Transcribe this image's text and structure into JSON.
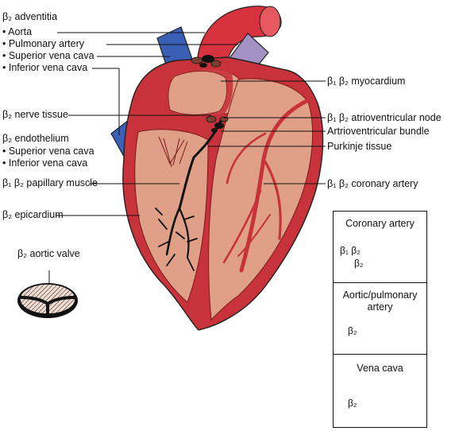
{
  "left_labels": {
    "adventitia": "β₂ adventitia",
    "aorta": "• Aorta",
    "pulmonary_artery": "• Pulmonary artery",
    "superior_vena_cava": "• Superior vena cava",
    "inferior_vena_cava": "• Inferior vena cava",
    "nerve_tissue": "β₂ nerve tissue",
    "endothelium": "β₂ endothelium",
    "endo_superior_vena_cava": "• Superior vena cava",
    "endo_inferior_vena_cava": "• Inferior vena cava",
    "papillary_muscle": "β₁ β₂ papillary muscle",
    "epicardium": "β₂ epicardium",
    "aortic_valve": "β₂ aortic valve"
  },
  "right_labels": {
    "myocardium": "β₁ β₂ myocardium",
    "av_node": "β₁ β₂ atrioventricular node",
    "av_bundle": "Artrioventricular bundle",
    "purkinje": "Purkinje tissue",
    "coronary_artery": "β₁ β₂ coronary artery"
  },
  "panels": {
    "coronary": {
      "title": "Coronary artery",
      "label_outer": "β₁ β₂",
      "label_inner": "β₂"
    },
    "aortic": {
      "title": "Aortic/pulmonary artery",
      "label": "β₂"
    },
    "vena": {
      "title": "Vena cava",
      "label": "β₂"
    }
  },
  "colors": {
    "outer_wall": "#c8323a",
    "muscle": "#e0a088",
    "aorta": "#d8323e",
    "vena_cava": "#3a5fb5",
    "pulmonary": "#a592c4",
    "conduction": "#111111",
    "vena_inner": "#a9a6e0",
    "lumen_pink": "#f2c0b4"
  }
}
